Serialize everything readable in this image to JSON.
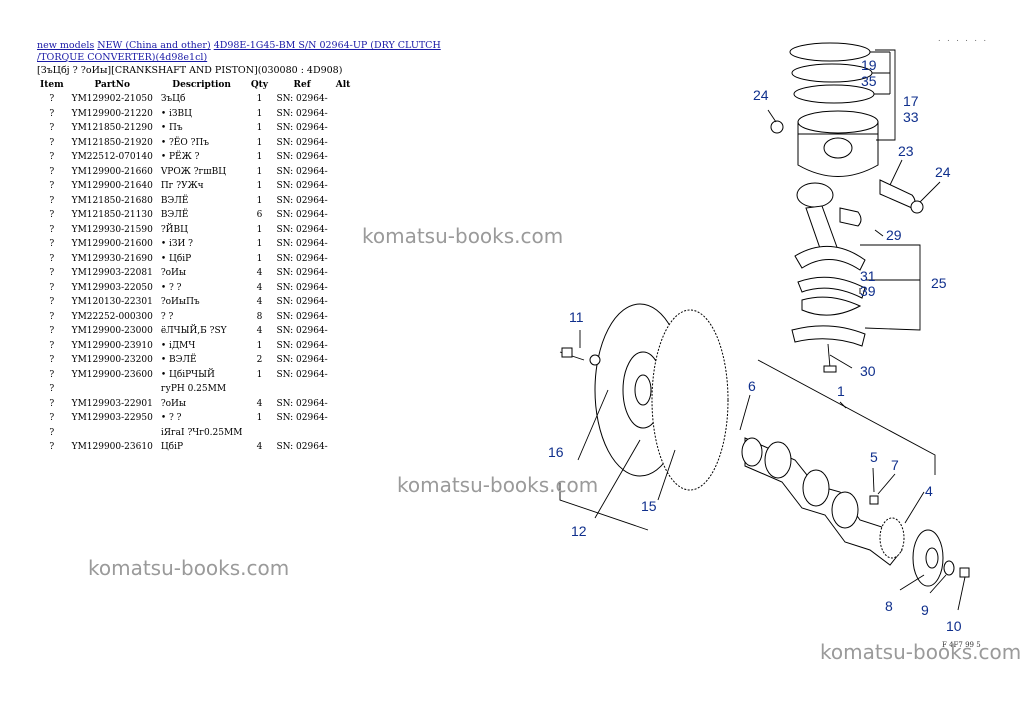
{
  "breadcrumb": {
    "link1": "new models",
    "link2": "NEW (China and other)",
    "link3": "4D98E-1G45-BM S/N 02964-UP (DRY CLUTCH /TORQUE CONVERTER)(4d98e1cl)"
  },
  "section_title": "[ЗъЦбј ? ?оИы][CRANKSHAFT AND PISTON](030080 : 4D908)",
  "table": {
    "headers": [
      "Item",
      "PartNo",
      "Description",
      "Qty",
      "Ref",
      "Alt"
    ],
    "rows": [
      [
        "?",
        "YM129902-21050",
        "ЗъЦб",
        "1",
        "SN: 02964-",
        ""
      ],
      [
        "?",
        "YM129900-21220",
        "• іЗВЦ",
        "1",
        "SN: 02964-",
        ""
      ],
      [
        "?",
        "YM121850-21290",
        "• Пъ",
        "1",
        "SN: 02964-",
        ""
      ],
      [
        "?",
        "YM121850-21920",
        "• ?ЁО ?Пъ",
        "1",
        "SN: 02964-",
        ""
      ],
      [
        "?",
        "YM22512-070140",
        "• РЁЖ ?",
        "1",
        "SN: 02964-",
        ""
      ],
      [
        "?",
        "YM129900-21660",
        "VРОЖ ?гшВЦ",
        "1",
        "SN: 02964-",
        ""
      ],
      [
        "?",
        "YM129900-21640",
        "Пг ?УЖч",
        "1",
        "SN: 02964-",
        ""
      ],
      [
        "?",
        "YM121850-21680",
        "ВЭЛЁ",
        "1",
        "SN: 02964-",
        ""
      ],
      [
        "?",
        "YM121850-21130",
        "ВЭЛЁ",
        "6",
        "SN: 02964-",
        ""
      ],
      [
        "?",
        "YM129930-21590",
        "?ЙВЦ",
        "1",
        "SN: 02964-",
        ""
      ],
      [
        "?",
        "YM129900-21600",
        "• іЗИ ?",
        "1",
        "SN: 02964-",
        ""
      ],
      [
        "?",
        "YM129930-21690",
        "• ЦбіР",
        "1",
        "SN: 02964-",
        ""
      ],
      [
        "?",
        "YM129903-22081",
        "?оИы",
        "4",
        "SN: 02964-",
        ""
      ],
      [
        "?",
        "YM129903-22050",
        "• ? ?",
        "4",
        "SN: 02964-",
        ""
      ],
      [
        "?",
        "YM120130-22301",
        "?оИыПъ",
        "4",
        "SN: 02964-",
        ""
      ],
      [
        "?",
        "YM22252-000300",
        "? ?",
        "8",
        "SN: 02964-",
        ""
      ],
      [
        "?",
        "YM129900-23000",
        "ёЛЧЫЙ,Б ?SY",
        "4",
        "SN: 02964-",
        ""
      ],
      [
        "?",
        "YM129900-23910",
        "• іДМЧ",
        "1",
        "SN: 02964-",
        ""
      ],
      [
        "?",
        "YM129900-23200",
        "• ВЭЛЁ",
        "2",
        "SN: 02964-",
        ""
      ],
      [
        "?",
        "YM129900-23600",
        "• ЦбіРЧЫЙ",
        "1",
        "SN: 02964-",
        ""
      ],
      [
        "?",
        "",
        "гуРН 0.25MM",
        "",
        "",
        ""
      ],
      [
        "?",
        "YM129903-22901",
        "?оИы",
        "4",
        "SN: 02964-",
        ""
      ],
      [
        "?",
        "YM129903-22950",
        "• ? ?",
        "1",
        "SN: 02964-",
        ""
      ],
      [
        "?",
        "",
        "іЯгаI ?Чг0.25MM",
        "",
        "",
        ""
      ],
      [
        "?",
        "YM129900-23610",
        "ЦбіР",
        "4",
        "SN: 02964-",
        ""
      ]
    ]
  },
  "watermarks": [
    "komatsu-books.com",
    "komatsu-books.com",
    "komatsu-books.com",
    "komatsu-books.com"
  ],
  "corner_dots": ". . . . . .",
  "figure_number": "F 4F7 99 5",
  "callouts": {
    "c19": "19",
    "c35": "35",
    "c17": "17",
    "c33": "33",
    "c24a": "24",
    "c23": "23",
    "c24b": "24",
    "c29": "29",
    "c25": "25",
    "c31": "31",
    "c39": "39",
    "c30": "30",
    "c11": "11",
    "c6": "6",
    "c1": "1",
    "c16": "16",
    "c5": "5",
    "c7": "7",
    "c4": "4",
    "c15": "15",
    "c12": "12",
    "c8": "8",
    "c9": "9",
    "c10": "10"
  },
  "colors": {
    "link": "#1a1aa6",
    "callout": "#0f2f8c",
    "watermark": "#9a9a9a"
  }
}
